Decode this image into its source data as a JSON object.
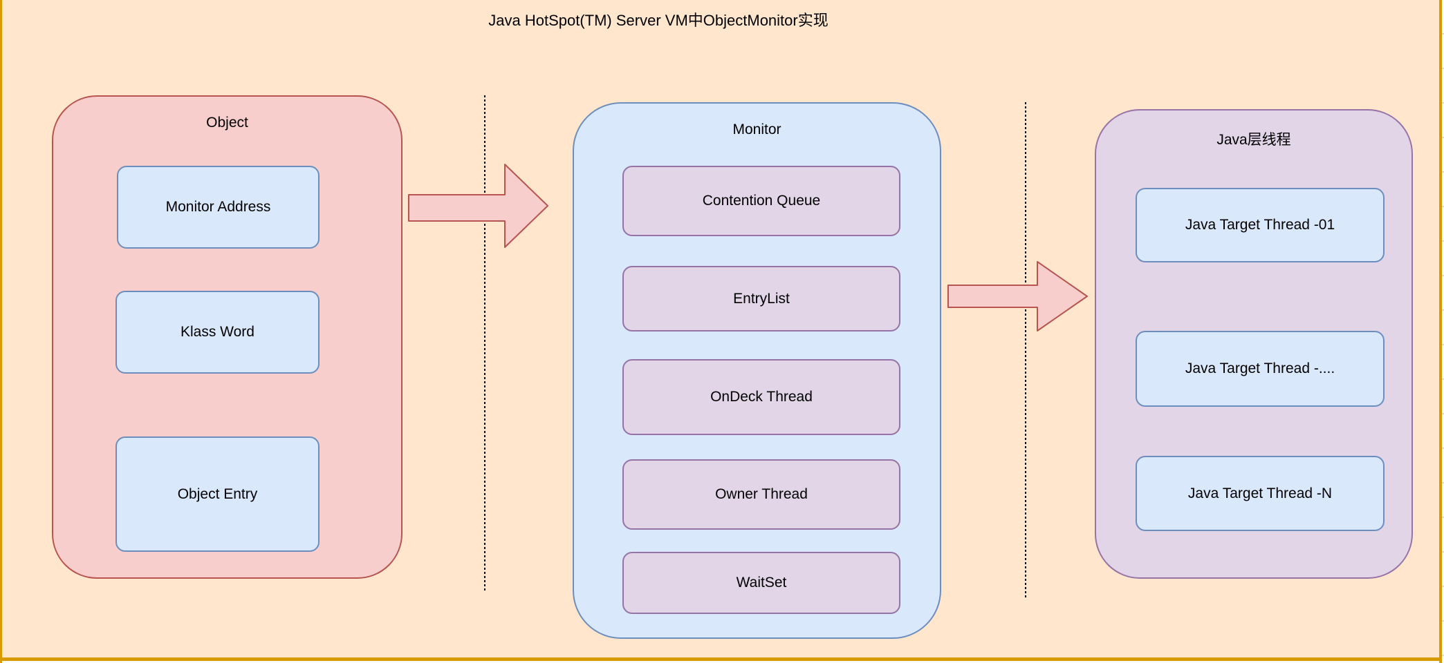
{
  "title": "Java HotSpot(TM) Server VM中ObjectMonitor实现",
  "colors": {
    "canvas_background": "#ffe6cc",
    "page_border": "#d79b00",
    "pink_fill": "#f8cecc",
    "pink_border": "#b85450",
    "blue_fill": "#dae8fc",
    "blue_border": "#6c8ebf",
    "purple_fill": "#e1d5e7",
    "purple_border": "#9673a6"
  },
  "groups": [
    {
      "label": "Object",
      "items": [
        "Monitor Address",
        "Klass Word",
        "Object Entry"
      ]
    },
    {
      "label": "Monitor",
      "items": [
        "Contention Queue",
        "EntryList",
        "OnDeck Thread",
        "Owner Thread",
        "WaitSet"
      ]
    },
    {
      "label": "Java层线程",
      "items": [
        "Java Target Thread -01",
        "Java Target Thread -....",
        "Java Target Thread -N"
      ]
    }
  ]
}
